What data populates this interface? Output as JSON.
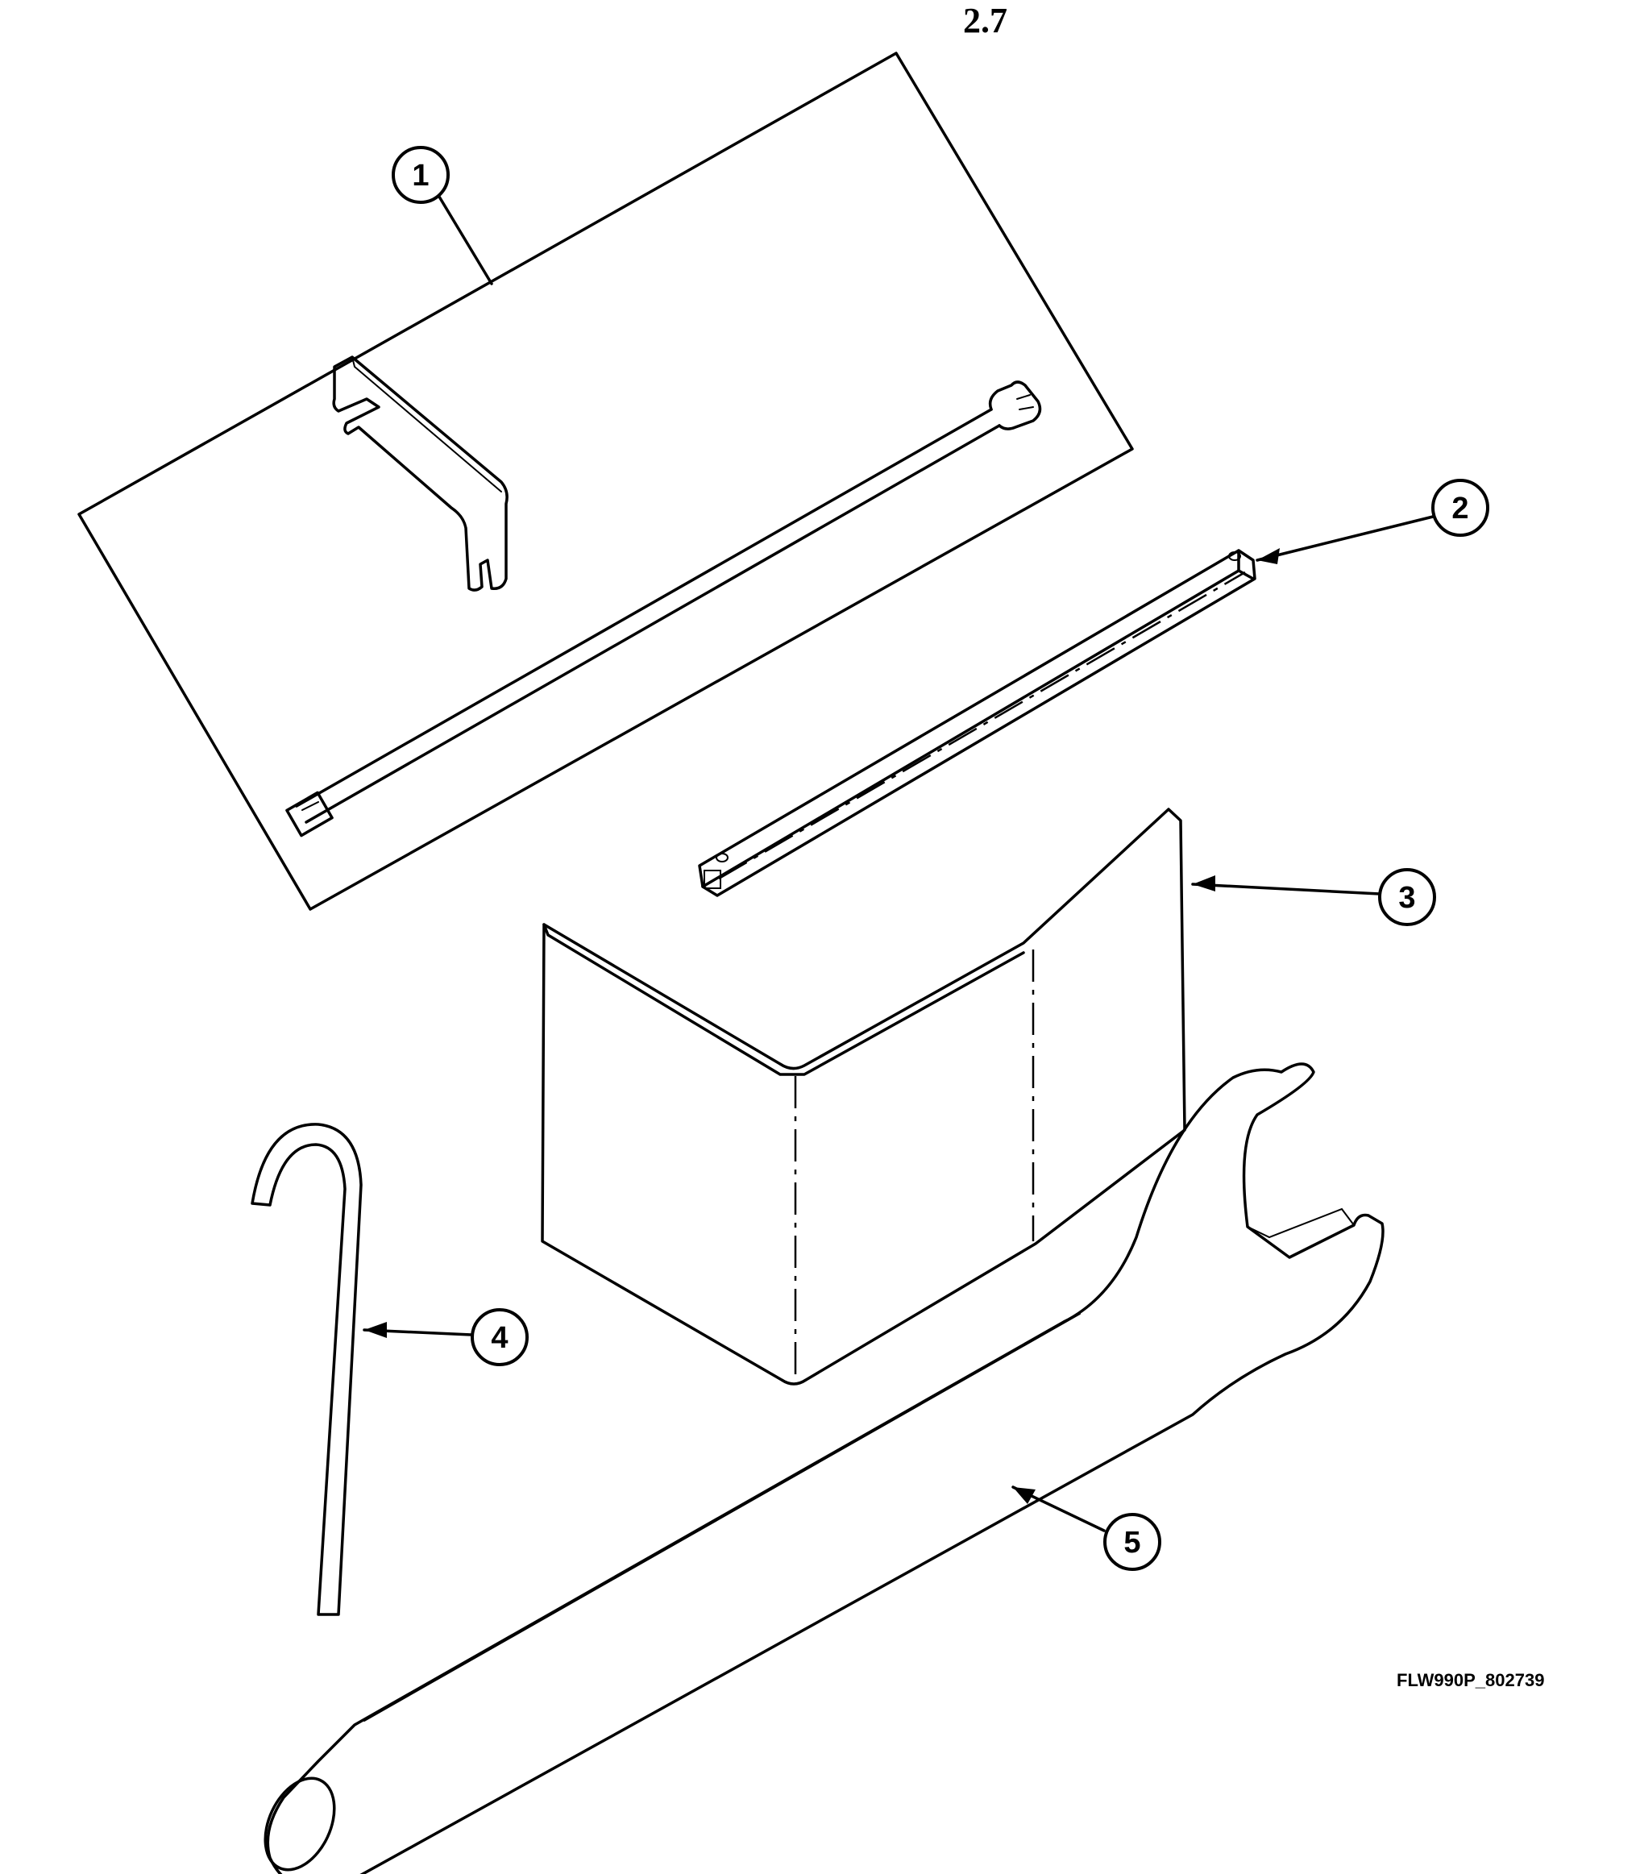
{
  "top_fragment": "2.7",
  "figure_id": "FLW990P_802739",
  "callouts": [
    {
      "id": "1",
      "item": "tool-kit"
    },
    {
      "id": "2",
      "item": "square-bar"
    },
    {
      "id": "3",
      "item": "bracket"
    },
    {
      "id": "4",
      "item": "hook-rod"
    },
    {
      "id": "5",
      "item": "spanner-wrench"
    }
  ]
}
